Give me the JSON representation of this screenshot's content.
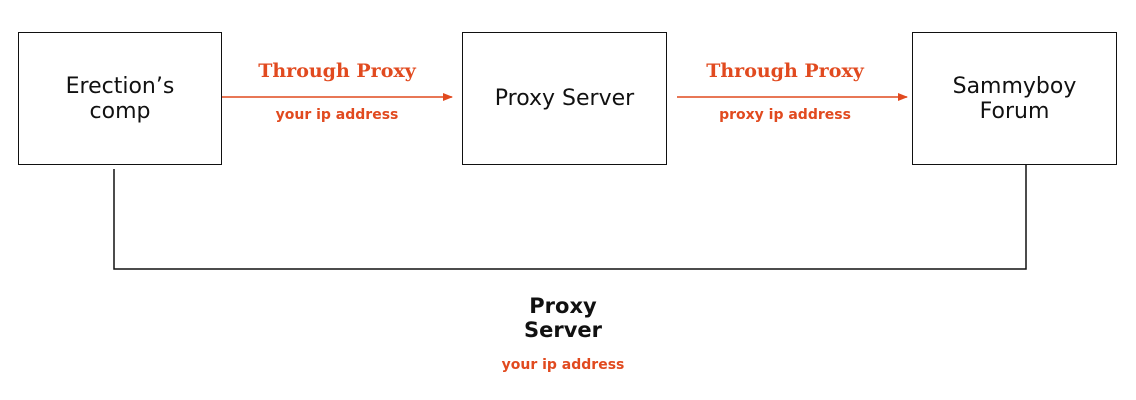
{
  "nodes": {
    "erection_comp": "Erection’s\ncomp",
    "proxy_server": "Proxy Server",
    "sammyboy_forum": "Sammyboy\nForum"
  },
  "links": {
    "first": {
      "label": "Through Proxy",
      "sublabel": "your ip address"
    },
    "second": {
      "label": "Through Proxy",
      "sublabel": "proxy ip address"
    }
  },
  "bottom_path": {
    "label": "Proxy\nServer",
    "sublabel": "your ip address"
  },
  "colors": {
    "accent": "#e14a1f",
    "line": "#111111"
  }
}
